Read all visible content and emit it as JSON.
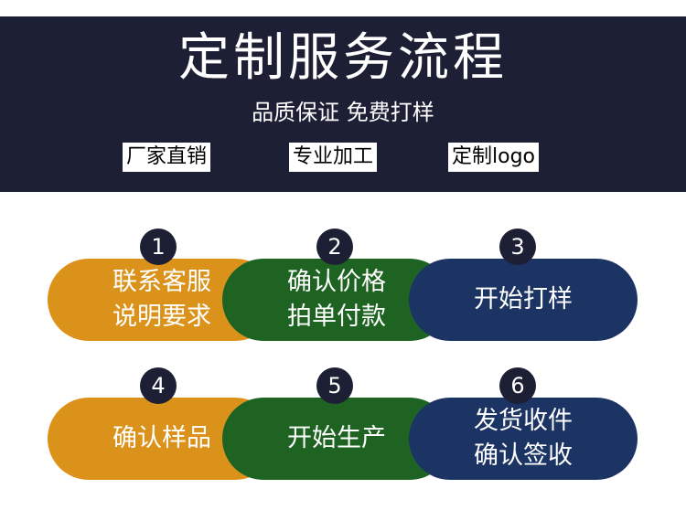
{
  "header": {
    "title": "定制服务流程",
    "subtitle": "品质保证 免费打样",
    "tags": [
      "厂家直销",
      "专业加工",
      "定制logo"
    ]
  },
  "colors": {
    "header_bg": "#1d1f35",
    "orange": "#db921a",
    "green": "#1e6322",
    "navy": "#1b3464"
  },
  "steps": [
    {
      "num": "1",
      "line1": "联系客服",
      "line2": "说明要求"
    },
    {
      "num": "2",
      "line1": "确认价格",
      "line2": "拍单付款"
    },
    {
      "num": "3",
      "line1": "开始打样",
      "line2": ""
    },
    {
      "num": "4",
      "line1": "确认样品",
      "line2": ""
    },
    {
      "num": "5",
      "line1": "开始生产",
      "line2": ""
    },
    {
      "num": "6",
      "line1": "发货收件",
      "line2": "确认签收"
    }
  ]
}
